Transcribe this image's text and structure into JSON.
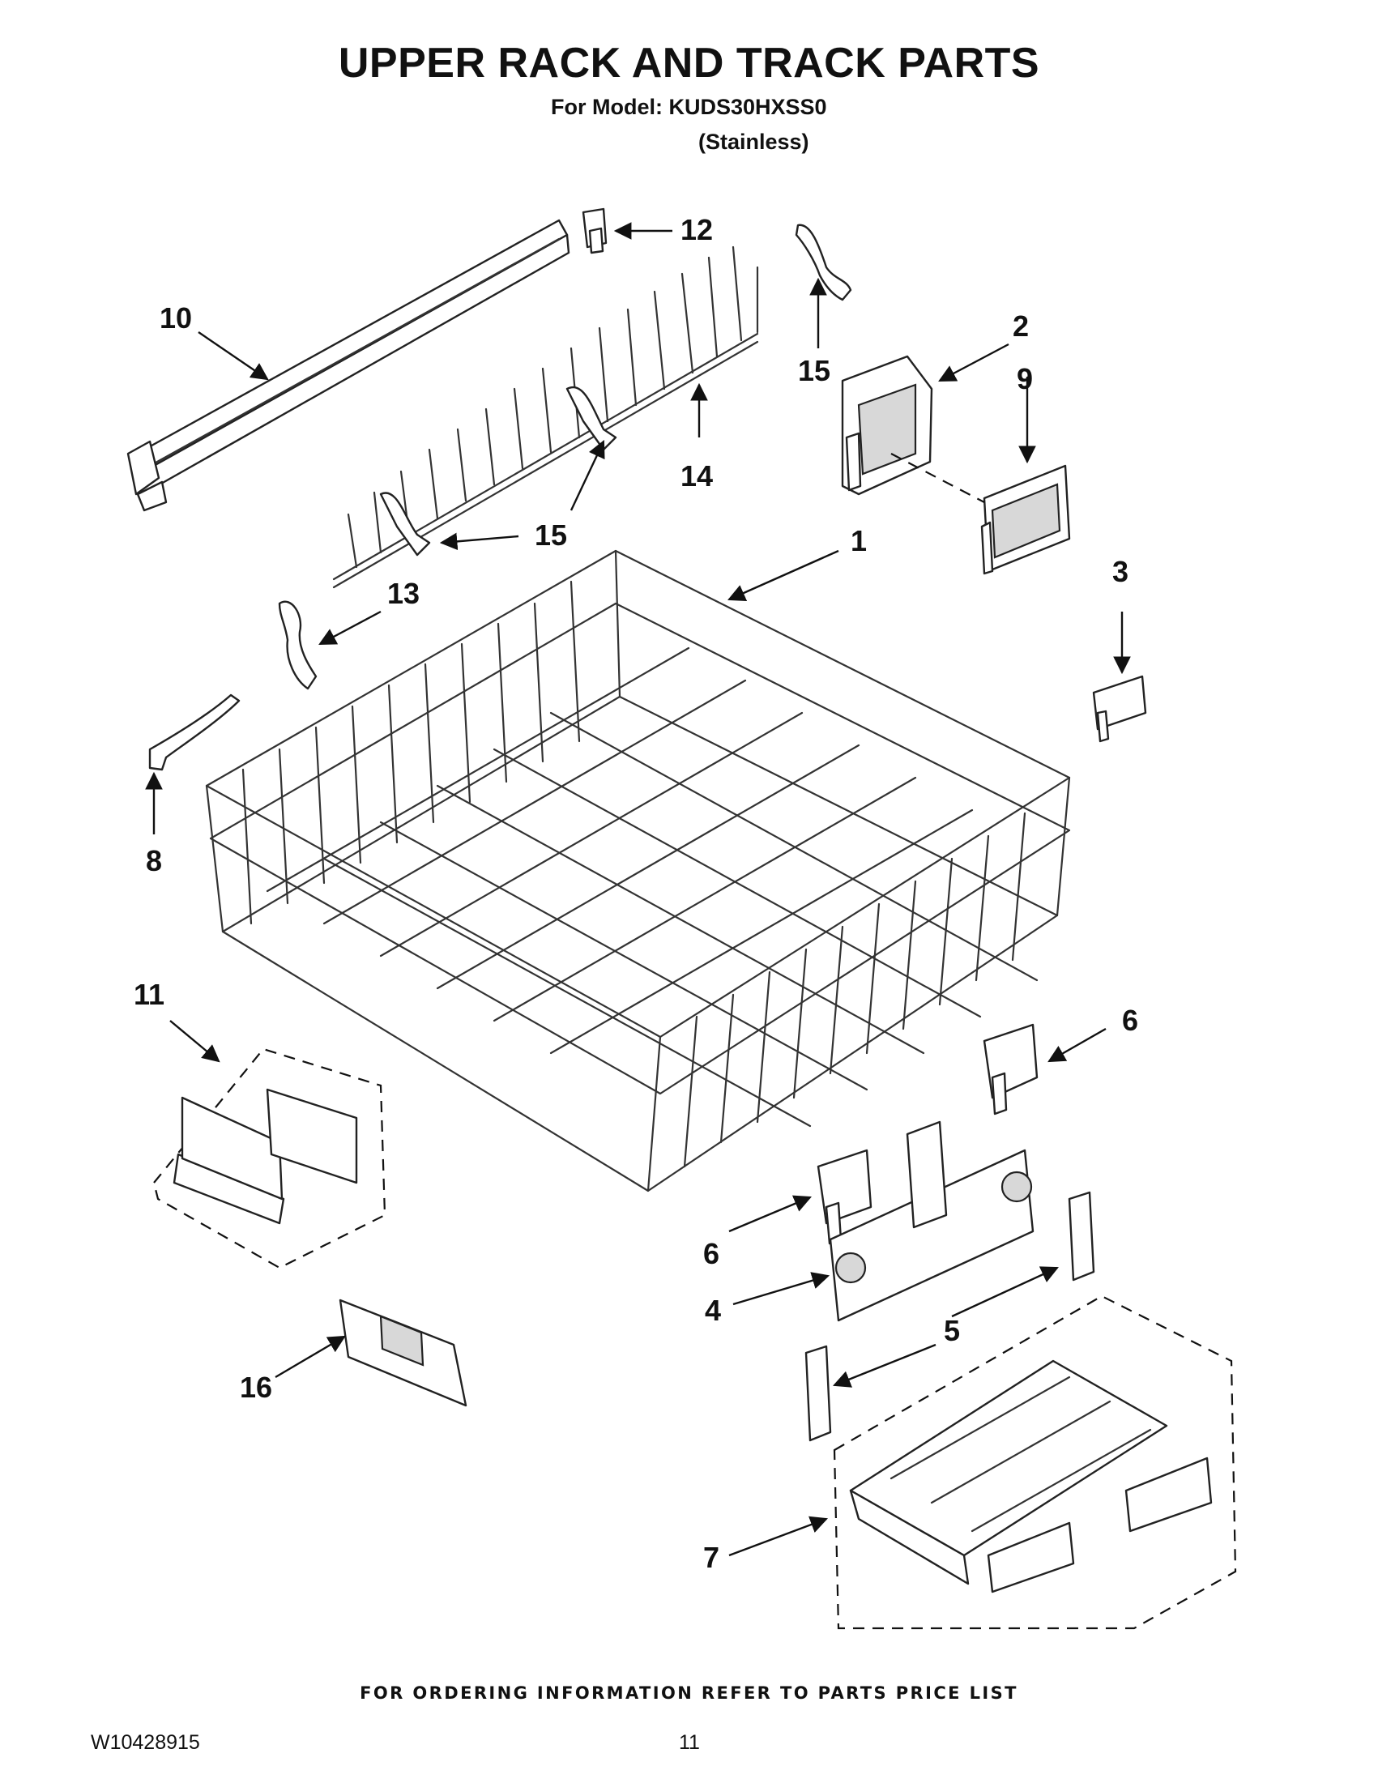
{
  "header": {
    "title": "UPPER RACK AND TRACK PARTS",
    "model_line": "For Model: KUDS30HXSS0",
    "finish_line": "(Stainless)"
  },
  "callouts": [
    {
      "id": "c1",
      "label": "1"
    },
    {
      "id": "c2",
      "label": "2"
    },
    {
      "id": "c3",
      "label": "3"
    },
    {
      "id": "c4",
      "label": "4"
    },
    {
      "id": "c5",
      "label": "5"
    },
    {
      "id": "c6a",
      "label": "6"
    },
    {
      "id": "c6b",
      "label": "6"
    },
    {
      "id": "c7",
      "label": "7"
    },
    {
      "id": "c8",
      "label": "8"
    },
    {
      "id": "c9",
      "label": "9"
    },
    {
      "id": "c10",
      "label": "10"
    },
    {
      "id": "c11",
      "label": "11"
    },
    {
      "id": "c12",
      "label": "12"
    },
    {
      "id": "c13",
      "label": "13"
    },
    {
      "id": "c14",
      "label": "14"
    },
    {
      "id": "c15a",
      "label": "15"
    },
    {
      "id": "c15b",
      "label": "15"
    },
    {
      "id": "c16",
      "label": "16"
    }
  ],
  "footer": {
    "note": "FOR ORDERING INFORMATION REFER TO PARTS PRICE LIST",
    "doc_number": "W10428915",
    "page_number": "11"
  }
}
